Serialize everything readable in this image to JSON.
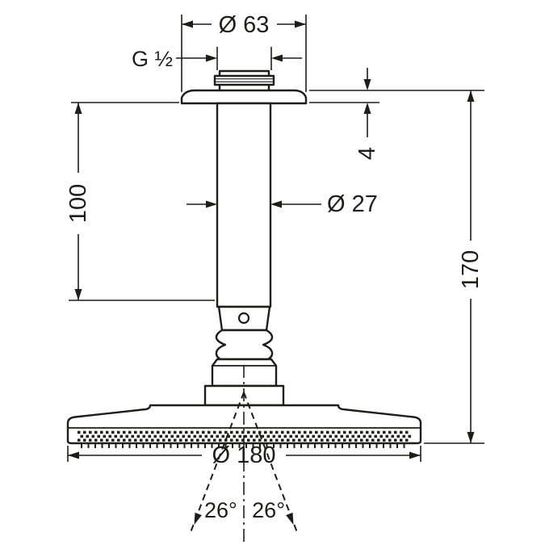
{
  "page": {
    "background": "#ffffff",
    "line_color": "#1d1d1b"
  },
  "drawing": {
    "labels": {
      "flange_diameter": "Ø 63",
      "thread_size": "G ½",
      "ceiling_offset": "4",
      "pipe_diameter": "Ø 27",
      "arm_length": "100",
      "overall_height": "170",
      "head_diameter": "Ø 180",
      "spray_angle_left": "26°",
      "spray_angle_right": "26°"
    }
  }
}
